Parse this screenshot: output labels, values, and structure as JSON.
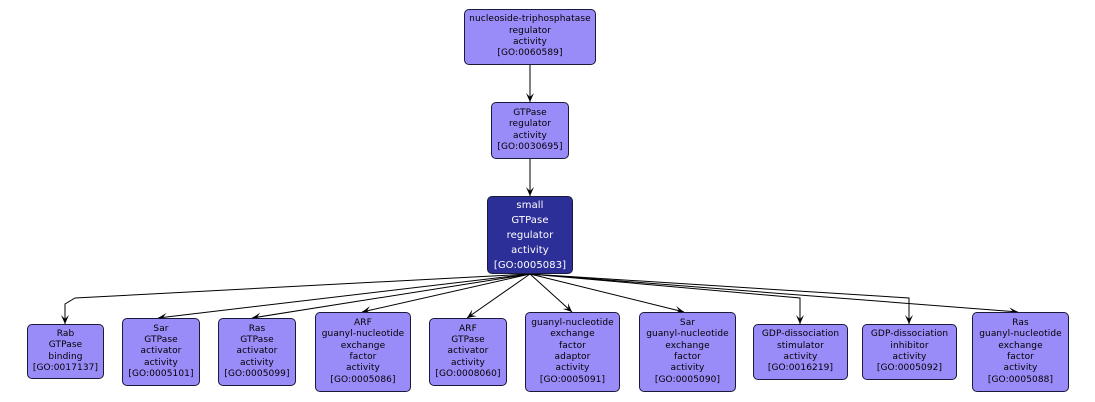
{
  "diagram": {
    "type": "GO term hierarchy",
    "colors": {
      "node_fill": "#9a8cf8",
      "focus_fill": "#2d2f99",
      "edge": "#000000",
      "background": "#ffffff"
    },
    "nodes": [
      {
        "id": "GO:0060589",
        "lines": [
          "nucleoside-triphosphatase",
          "regulator",
          "activity",
          "[GO:0060589]"
        ],
        "focus": false
      },
      {
        "id": "GO:0030695",
        "lines": [
          "GTPase",
          "regulator",
          "activity",
          "[GO:0030695]"
        ],
        "focus": false
      },
      {
        "id": "GO:0005083",
        "lines": [
          "small",
          "GTPase",
          "regulator",
          "activity",
          "[GO:0005083]"
        ],
        "focus": true
      },
      {
        "id": "GO:0017137",
        "lines": [
          "Rab",
          "GTPase",
          "binding",
          "[GO:0017137]"
        ],
        "focus": false
      },
      {
        "id": "GO:0005101",
        "lines": [
          "Sar",
          "GTPase",
          "activator",
          "activity",
          "[GO:0005101]"
        ],
        "focus": false
      },
      {
        "id": "GO:0005099",
        "lines": [
          "Ras",
          "GTPase",
          "activator",
          "activity",
          "[GO:0005099]"
        ],
        "focus": false
      },
      {
        "id": "GO:0005086",
        "lines": [
          "ARF",
          "guanyl-nucleotide",
          "exchange",
          "factor",
          "activity",
          "[GO:0005086]"
        ],
        "focus": false
      },
      {
        "id": "GO:0008060",
        "lines": [
          "ARF",
          "GTPase",
          "activator",
          "activity",
          "[GO:0008060]"
        ],
        "focus": false
      },
      {
        "id": "GO:0005091",
        "lines": [
          "guanyl-nucleotide",
          "exchange",
          "factor",
          "adaptor",
          "activity",
          "[GO:0005091]"
        ],
        "focus": false
      },
      {
        "id": "GO:0005090",
        "lines": [
          "Sar",
          "guanyl-nucleotide",
          "exchange",
          "factor",
          "activity",
          "[GO:0005090]"
        ],
        "focus": false
      },
      {
        "id": "GO:0016219",
        "lines": [
          "GDP-dissociation",
          "stimulator",
          "activity",
          "[GO:0016219]"
        ],
        "focus": false
      },
      {
        "id": "GO:0005092",
        "lines": [
          "GDP-dissociation",
          "inhibitor",
          "activity",
          "[GO:0005092]"
        ],
        "focus": false
      },
      {
        "id": "GO:0005088",
        "lines": [
          "Ras",
          "guanyl-nucleotide",
          "exchange",
          "factor",
          "activity",
          "[GO:0005088]"
        ],
        "focus": false
      }
    ],
    "edges": [
      {
        "from": "GO:0060589",
        "to": "GO:0030695"
      },
      {
        "from": "GO:0030695",
        "to": "GO:0005083"
      },
      {
        "from": "GO:0005083",
        "to": "GO:0017137"
      },
      {
        "from": "GO:0005083",
        "to": "GO:0005101"
      },
      {
        "from": "GO:0005083",
        "to": "GO:0005099"
      },
      {
        "from": "GO:0005083",
        "to": "GO:0005086"
      },
      {
        "from": "GO:0005083",
        "to": "GO:0008060"
      },
      {
        "from": "GO:0005083",
        "to": "GO:0005091"
      },
      {
        "from": "GO:0005083",
        "to": "GO:0005090"
      },
      {
        "from": "GO:0005083",
        "to": "GO:0016219"
      },
      {
        "from": "GO:0005083",
        "to": "GO:0005092"
      },
      {
        "from": "GO:0005083",
        "to": "GO:0005088"
      }
    ]
  }
}
